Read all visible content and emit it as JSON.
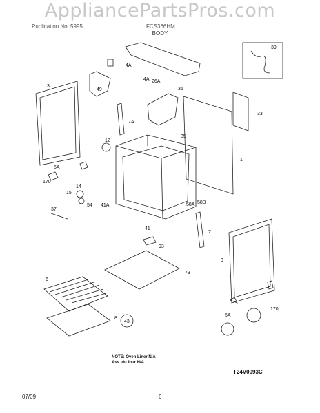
{
  "watermark": "AppliancePartsPros.com",
  "header": {
    "left": "Publication No. 5995",
    "model": "FCS366HM",
    "section": "BODY"
  },
  "callouts": [
    "39",
    "4A",
    "26A",
    "4A",
    "36",
    "49",
    "3",
    "33",
    "7A",
    "35",
    "12",
    "1",
    "5A",
    "14",
    "170",
    "15",
    "54",
    "58A",
    "58B",
    "37",
    "41A",
    "41",
    "7",
    "93",
    "3",
    "73",
    "6",
    "43",
    "8",
    "5A",
    "170"
  ],
  "notes": {
    "line1": "NOTE: Oven Liner N/A",
    "line2": "Ass. du four N/A"
  },
  "drawing_code": "T24V0093C",
  "footer": {
    "date": "07/09",
    "page": "6"
  }
}
